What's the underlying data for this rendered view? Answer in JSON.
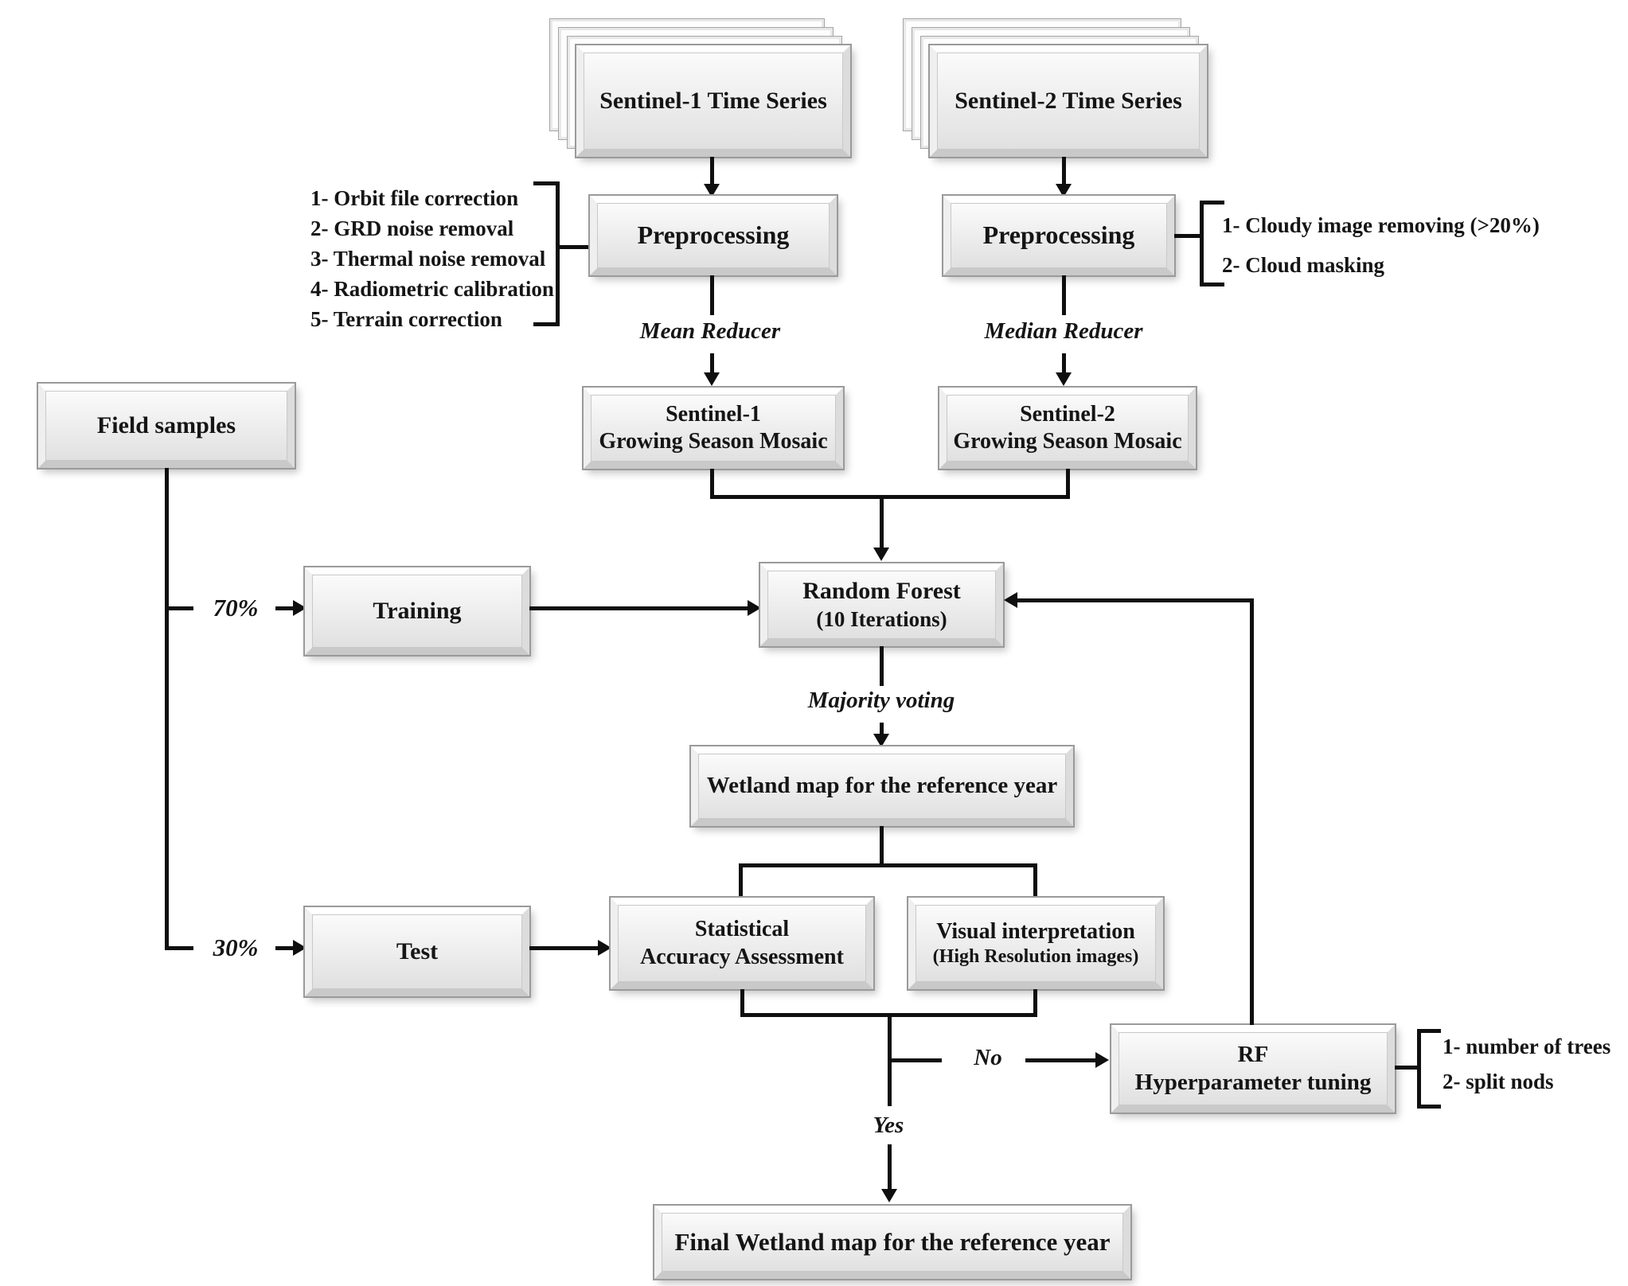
{
  "nodes": {
    "s1_stack": "Sentinel-1 Time Series",
    "s2_stack": "Sentinel-2 Time Series",
    "preprocessing_s1": "Preprocessing",
    "preprocessing_s2": "Preprocessing",
    "mosaic_s1": {
      "line1": "Sentinel-1",
      "line2": "Growing Season Mosaic"
    },
    "mosaic_s2": {
      "line1": "Sentinel-2",
      "line2": "Growing Season Mosaic"
    },
    "field_samples": "Field samples",
    "training": "Training",
    "random_forest": {
      "line1": "Random Forest",
      "line2": "(10 Iterations)"
    },
    "wetland_map": "Wetland map for the reference year",
    "test": "Test",
    "statistical": {
      "line1": "Statistical",
      "line2": "Accuracy Assessment"
    },
    "visual": {
      "line1": "Visual interpretation",
      "line2": "(High Resolution images)"
    },
    "rf_tuning": {
      "line1": "RF",
      "line2": "Hyperparameter tuning"
    },
    "final_map": "Final Wetland map for the reference year"
  },
  "edge_labels": {
    "mean_reducer": "Mean Reducer",
    "median_reducer": "Median Reducer",
    "majority_voting": "Majority voting",
    "split_70": "70%",
    "split_30": "30%",
    "no": "No",
    "yes": "Yes"
  },
  "annotations": {
    "s1_preprocessing_steps": [
      "1- Orbit file correction",
      "2- GRD noise removal",
      "3- Thermal noise removal",
      "4- Radiometric calibration",
      "5- Terrain correction"
    ],
    "s2_preprocessing_steps": [
      "1- Cloudy image removing (>20%)",
      "2- Cloud masking"
    ],
    "rf_tuning_params": [
      "1- number of trees",
      "2- split nods"
    ]
  },
  "colors": {
    "line": "#0f0f0f",
    "text": "#151515",
    "box_border": "#9a9a9a"
  }
}
